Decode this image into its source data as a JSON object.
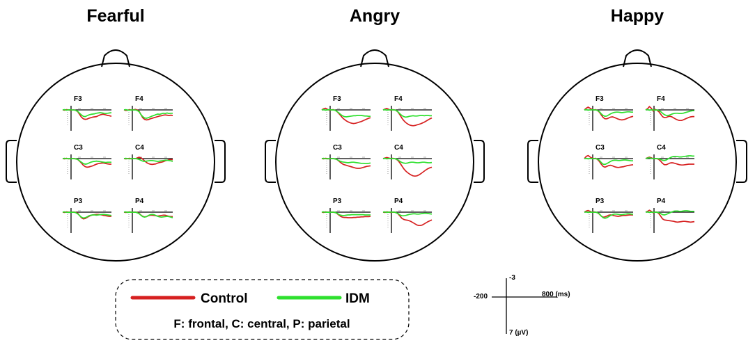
{
  "colors": {
    "control": "#d62020",
    "idm": "#2ee02e",
    "outline": "#000000"
  },
  "heads": [
    {
      "title": "Fearful",
      "electrodes": [
        {
          "label": "F3",
          "control": [
            0,
            0.1,
            -0.1,
            0,
            0.1,
            0.05,
            0,
            0.2,
            0.6,
            1.6,
            2.6,
            3.2,
            3.4,
            3.3,
            3.0,
            2.8,
            2.6,
            2.5,
            2.4,
            2.1,
            1.8,
            1.6,
            1.6,
            1.8,
            2.0,
            2.1,
            2.3
          ],
          "idm": [
            0,
            -0.1,
            0.1,
            0,
            -0.05,
            0.05,
            0,
            0.2,
            0.5,
            1.2,
            1.8,
            2.3,
            2.4,
            2.1,
            1.8,
            1.6,
            1.5,
            1.4,
            1.2,
            1.1,
            1.0,
            1.1,
            1.2,
            1.3,
            1.2,
            1.1,
            1.0
          ]
        },
        {
          "label": "F4",
          "control": [
            0,
            0.2,
            0.1,
            -0.1,
            0.1,
            0,
            -0.2,
            0,
            0.4,
            1.6,
            2.8,
            3.4,
            3.6,
            3.5,
            3.2,
            3.0,
            2.8,
            2.6,
            2.4,
            2.2,
            2.1,
            1.9,
            1.8,
            1.9,
            2.0,
            1.9,
            2.0
          ],
          "idm": [
            0,
            -0.1,
            0.1,
            0.1,
            0,
            0.05,
            0,
            0.2,
            0.6,
            1.6,
            2.4,
            2.9,
            3.0,
            2.8,
            2.5,
            2.2,
            2.0,
            1.7,
            1.5,
            1.6,
            1.4,
            1.2,
            1.3,
            1.1,
            1.3,
            1.2,
            1.2
          ]
        },
        {
          "label": "C3",
          "control": [
            0,
            0.1,
            -0.1,
            0.1,
            0,
            0.05,
            0,
            0.1,
            0.3,
            0.9,
            1.6,
            2.4,
            2.9,
            3.1,
            3.0,
            2.8,
            2.6,
            2.3,
            2.0,
            1.8,
            1.7,
            1.6,
            1.6,
            1.8,
            1.9,
            2.0,
            2.0
          ],
          "idm": [
            0,
            -0.1,
            0.05,
            0,
            0.1,
            0,
            0.05,
            0.1,
            0.3,
            0.8,
            1.3,
            1.8,
            2.0,
            1.9,
            1.6,
            1.3,
            1.1,
            1.0,
            0.9,
            1.0,
            1.1,
            1.2,
            1.3,
            1.4,
            1.3,
            1.3,
            1.3
          ]
        },
        {
          "label": "C4",
          "control": [
            0,
            0.1,
            0,
            -0.1,
            0.1,
            0,
            0,
            -0.2,
            -0.5,
            -0.3,
            0.2,
            0.8,
            1.4,
            1.8,
            2.0,
            2.1,
            2.0,
            1.9,
            1.6,
            1.4,
            1.3,
            1.1,
            0.8,
            0.6,
            0.4,
            0.3,
            0.4
          ],
          "idm": [
            0,
            -0.1,
            0.05,
            0.1,
            0,
            0.05,
            0,
            0.1,
            0.3,
            0.6,
            0.9,
            1.0,
            0.9,
            0.8,
            0.7,
            0.7,
            0.8,
            0.9,
            1.0,
            0.9,
            0.8,
            0.7,
            0.6,
            0.6,
            0.7,
            0.8,
            1.0
          ]
        },
        {
          "label": "P3",
          "control": [
            0,
            0.1,
            -0.1,
            0,
            0.1,
            0,
            0,
            0.1,
            0.4,
            1.2,
            2.0,
            2.4,
            2.3,
            1.9,
            1.5,
            1.2,
            1.0,
            0.9,
            0.8,
            0.8,
            0.9,
            1.0,
            1.2,
            1.3,
            1.4,
            1.5,
            1.5
          ],
          "idm": [
            0,
            -0.1,
            0.05,
            0.1,
            0,
            0.05,
            0,
            0.2,
            0.6,
            1.2,
            1.8,
            2.1,
            2.0,
            1.7,
            1.3,
            1.1,
            1.0,
            1.0,
            1.1,
            1.0,
            0.9,
            0.8,
            0.8,
            0.9,
            1.0,
            1.1,
            1.2
          ]
        },
        {
          "label": "P4",
          "control": [
            0,
            0.1,
            0,
            -0.1,
            0.05,
            0,
            0,
            0.1,
            0.4,
            1.0,
            1.5,
            1.7,
            1.6,
            1.3,
            1.1,
            1.1,
            1.2,
            1.3,
            1.4,
            1.3,
            1.2,
            1.1,
            1.1,
            1.3,
            1.5,
            1.6,
            1.6
          ],
          "idm": [
            0,
            -0.1,
            0.1,
            0,
            0,
            0.05,
            0,
            0.2,
            0.5,
            1.1,
            1.6,
            1.8,
            1.6,
            1.2,
            0.9,
            0.8,
            0.9,
            1.2,
            1.5,
            1.7,
            1.8,
            1.7,
            1.6,
            1.5,
            1.6,
            1.8,
            2.0
          ]
        }
      ]
    },
    {
      "title": "Angry",
      "electrodes": [
        {
          "label": "F3",
          "control": [
            0,
            -0.4,
            -0.6,
            -0.2,
            0.1,
            0,
            -0.1,
            0.1,
            0.5,
            1.2,
            2.0,
            2.8,
            3.4,
            3.9,
            4.3,
            4.6,
            4.8,
            4.9,
            4.8,
            4.6,
            4.4,
            4.2,
            3.9,
            3.6,
            3.3,
            3.0,
            2.8
          ],
          "idm": [
            0,
            -0.1,
            0.1,
            0,
            -0.1,
            0,
            0,
            0.1,
            0.5,
            1.0,
            1.6,
            2.1,
            2.4,
            2.5,
            2.4,
            2.3,
            2.2,
            2.1,
            2.1,
            2.0,
            2.0,
            2.0,
            2.1,
            2.2,
            2.2,
            2.3,
            2.3
          ]
        },
        {
          "label": "F4",
          "control": [
            0,
            -0.3,
            -0.5,
            -0.2,
            0.1,
            -0.1,
            0,
            0.2,
            0.8,
            1.8,
            2.9,
            3.8,
            4.5,
            5.0,
            5.4,
            5.6,
            5.7,
            5.6,
            5.4,
            5.2,
            5.0,
            4.7,
            4.4,
            4.0,
            3.6,
            3.2,
            2.9
          ],
          "idm": [
            0,
            -0.1,
            0.1,
            0,
            -0.05,
            0,
            0,
            0.2,
            0.7,
            1.4,
            2.0,
            2.4,
            2.6,
            2.5,
            2.3,
            2.2,
            2.1,
            2.2,
            2.2,
            2.1,
            2.0,
            2.0,
            2.1,
            2.0,
            2.0,
            2.1,
            2.1
          ]
        },
        {
          "label": "C3",
          "control": [
            0,
            0.1,
            -0.1,
            0,
            0.1,
            0,
            0,
            0.1,
            0.3,
            0.8,
            1.4,
            1.9,
            2.2,
            2.4,
            2.6,
            2.8,
            3.0,
            3.2,
            3.4,
            3.5,
            3.5,
            3.4,
            3.2,
            3.0,
            2.8,
            2.7,
            2.6
          ],
          "idm": [
            0,
            -0.1,
            0.05,
            0.1,
            0,
            0.05,
            0,
            0.1,
            0.3,
            0.7,
            1.0,
            1.2,
            1.3,
            1.4,
            1.5,
            1.4,
            1.3,
            1.3,
            1.4,
            1.5,
            1.6,
            1.7,
            1.7,
            1.8,
            1.8,
            1.7,
            1.6
          ]
        },
        {
          "label": "C4",
          "control": [
            0,
            -0.2,
            -0.4,
            -0.2,
            0,
            -0.1,
            0,
            0.2,
            0.7,
            1.6,
            2.6,
            3.6,
            4.4,
            5.0,
            5.5,
            5.9,
            6.2,
            6.3,
            6.2,
            5.9,
            5.5,
            5.0,
            4.5,
            4.0,
            3.6,
            3.3,
            3.1
          ],
          "idm": [
            0,
            -0.1,
            0.1,
            0,
            -0.05,
            0,
            0,
            0.2,
            0.5,
            1.0,
            1.4,
            1.6,
            1.7,
            1.6,
            1.4,
            1.3,
            1.3,
            1.4,
            1.5,
            1.5,
            1.4,
            1.3,
            1.3,
            1.4,
            1.5,
            1.5,
            1.4
          ]
        },
        {
          "label": "P3",
          "control": [
            0,
            0.1,
            -0.1,
            0,
            0.05,
            0,
            0,
            0.1,
            0.4,
            1.0,
            1.5,
            1.8,
            1.9,
            1.9,
            2.0,
            2.0,
            2.0,
            1.9,
            1.9,
            1.8,
            1.8,
            1.7,
            1.7,
            1.6,
            1.6,
            1.6,
            1.5
          ],
          "idm": [
            0,
            -0.1,
            0.05,
            0,
            0.1,
            0,
            0,
            0.1,
            0.3,
            0.8,
            1.1,
            1.2,
            1.2,
            1.1,
            1.0,
            1.0,
            0.9,
            0.9,
            0.9,
            0.9,
            0.9,
            0.9,
            0.9,
            1.0,
            1.0,
            1.0,
            1.0
          ]
        },
        {
          "label": "P4",
          "control": [
            0,
            0.1,
            -0.1,
            0,
            0.1,
            0,
            0,
            0.2,
            0.6,
            1.4,
            2.2,
            2.6,
            2.8,
            2.9,
            3.1,
            3.4,
            3.8,
            4.2,
            4.6,
            4.8,
            4.8,
            4.6,
            4.2,
            3.8,
            3.4,
            3.1,
            2.8
          ],
          "idm": [
            0,
            -0.1,
            0.1,
            0,
            -0.05,
            0,
            0,
            0.2,
            0.5,
            1.0,
            1.3,
            1.3,
            1.2,
            1.0,
            0.8,
            0.7,
            0.6,
            0.6,
            0.7,
            0.7,
            0.6,
            0.5,
            0.4,
            0.4,
            0.5,
            0.6,
            0.7
          ]
        }
      ]
    },
    {
      "title": "Happy",
      "electrodes": [
        {
          "label": "F3",
          "control": [
            0,
            -0.6,
            -1.0,
            -0.6,
            -0.2,
            0,
            -0.1,
            0.2,
            0.8,
            1.8,
            2.7,
            3.2,
            3.2,
            2.9,
            2.6,
            2.5,
            2.7,
            3.0,
            3.3,
            3.5,
            3.6,
            3.5,
            3.3,
            3.0,
            2.7,
            2.5,
            2.3
          ],
          "idm": [
            0,
            -0.1,
            0.1,
            0,
            -0.05,
            0,
            0,
            0.2,
            0.6,
            1.4,
            2.0,
            2.3,
            2.2,
            1.8,
            1.4,
            1.1,
            0.9,
            0.8,
            0.8,
            0.9,
            1.0,
            0.9,
            0.8,
            0.7,
            0.7,
            0.8,
            0.8
          ]
        },
        {
          "label": "F4",
          "control": [
            0,
            -0.4,
            -1.2,
            -0.6,
            0.4,
            -0.2,
            0.1,
            0.6,
            1.5,
            2.4,
            2.8,
            2.7,
            2.4,
            2.3,
            2.5,
            2.9,
            3.3,
            3.6,
            3.8,
            3.8,
            3.6,
            3.3,
            3.0,
            2.7,
            2.5,
            2.4,
            2.4
          ],
          "idm": [
            0,
            -0.1,
            0.1,
            0,
            0,
            0.1,
            0,
            0.2,
            0.6,
            1.2,
            1.7,
            2.0,
            2.0,
            1.8,
            1.5,
            1.3,
            1.2,
            1.2,
            1.3,
            1.3,
            1.2,
            1.0,
            0.8,
            0.6,
            0.4,
            0.3,
            0.3
          ]
        },
        {
          "label": "C3",
          "control": [
            0,
            -0.8,
            -1.1,
            -0.6,
            -0.2,
            0,
            -0.1,
            0.3,
            1.0,
            2.0,
            2.8,
            3.1,
            2.8,
            2.5,
            2.4,
            2.6,
            2.9,
            3.1,
            3.2,
            3.1,
            3.0,
            2.9,
            2.7,
            2.5,
            2.4,
            2.3,
            2.2
          ],
          "idm": [
            0,
            -0.1,
            0.1,
            0,
            0,
            0.05,
            0,
            0.2,
            0.6,
            1.4,
            2.0,
            2.1,
            1.8,
            1.4,
            1.0,
            0.7,
            0.6,
            0.6,
            0.7,
            0.7,
            0.6,
            0.5,
            0.5,
            0.6,
            0.7,
            0.8,
            0.8
          ]
        },
        {
          "label": "C4",
          "control": [
            0,
            -0.3,
            -0.5,
            -0.3,
            0,
            0,
            0,
            0.3,
            0.9,
            1.7,
            2.2,
            2.2,
            1.9,
            1.6,
            1.5,
            1.6,
            1.8,
            2.0,
            2.2,
            2.3,
            2.3,
            2.2,
            2.1,
            2.0,
            2.0,
            2.0,
            2.0
          ],
          "idm": [
            0,
            -0.2,
            -0.3,
            -0.1,
            0,
            0,
            0,
            0.1,
            0.3,
            0.6,
            0.7,
            0.5,
            0.1,
            -0.3,
            -0.6,
            -0.8,
            -0.8,
            -0.7,
            -0.6,
            -0.6,
            -0.7,
            -0.8,
            -0.9,
            -1.0,
            -1.0,
            -0.9,
            -0.9
          ]
        },
        {
          "label": "P3",
          "control": [
            0,
            -0.4,
            -0.6,
            -0.3,
            0,
            -0.1,
            0,
            0.2,
            0.7,
            1.4,
            1.8,
            1.7,
            1.4,
            1.1,
            1.0,
            1.1,
            1.3,
            1.4,
            1.5,
            1.4,
            1.3,
            1.2,
            1.2,
            1.1,
            1.0,
            1.0,
            1.0
          ],
          "idm": [
            0,
            -0.1,
            0.1,
            0,
            0,
            0.05,
            0,
            0.2,
            0.6,
            1.4,
            2.0,
            2.2,
            2.0,
            1.6,
            1.2,
            0.9,
            0.7,
            0.7,
            0.8,
            0.9,
            0.9,
            0.8,
            0.7,
            0.6,
            0.6,
            0.7,
            0.8
          ]
        },
        {
          "label": "P4",
          "control": [
            0,
            -0.3,
            -0.7,
            -0.3,
            0.2,
            0,
            0,
            0.5,
            1.4,
            2.4,
            2.8,
            2.9,
            3.0,
            3.1,
            3.2,
            3.3,
            3.5,
            3.6,
            3.5,
            3.4,
            3.3,
            3.3,
            3.4,
            3.5,
            3.6,
            3.5,
            3.4
          ],
          "idm": [
            0,
            -0.1,
            0.1,
            0,
            0,
            0.05,
            0,
            0.2,
            0.5,
            0.9,
            1.0,
            0.8,
            0.5,
            0.2,
            -0.1,
            -0.3,
            -0.4,
            -0.4,
            -0.3,
            -0.3,
            -0.4,
            -0.5,
            -0.5,
            -0.4,
            -0.3,
            -0.3,
            -0.3
          ]
        }
      ]
    }
  ],
  "legend": {
    "control_label": "Control",
    "idm_label": "IDM",
    "note": "F: frontal, C: central, P: parietal"
  },
  "scale": {
    "top": "-3",
    "left": "-200",
    "right": "800 (ms)",
    "bottom": "7 (µV)"
  }
}
